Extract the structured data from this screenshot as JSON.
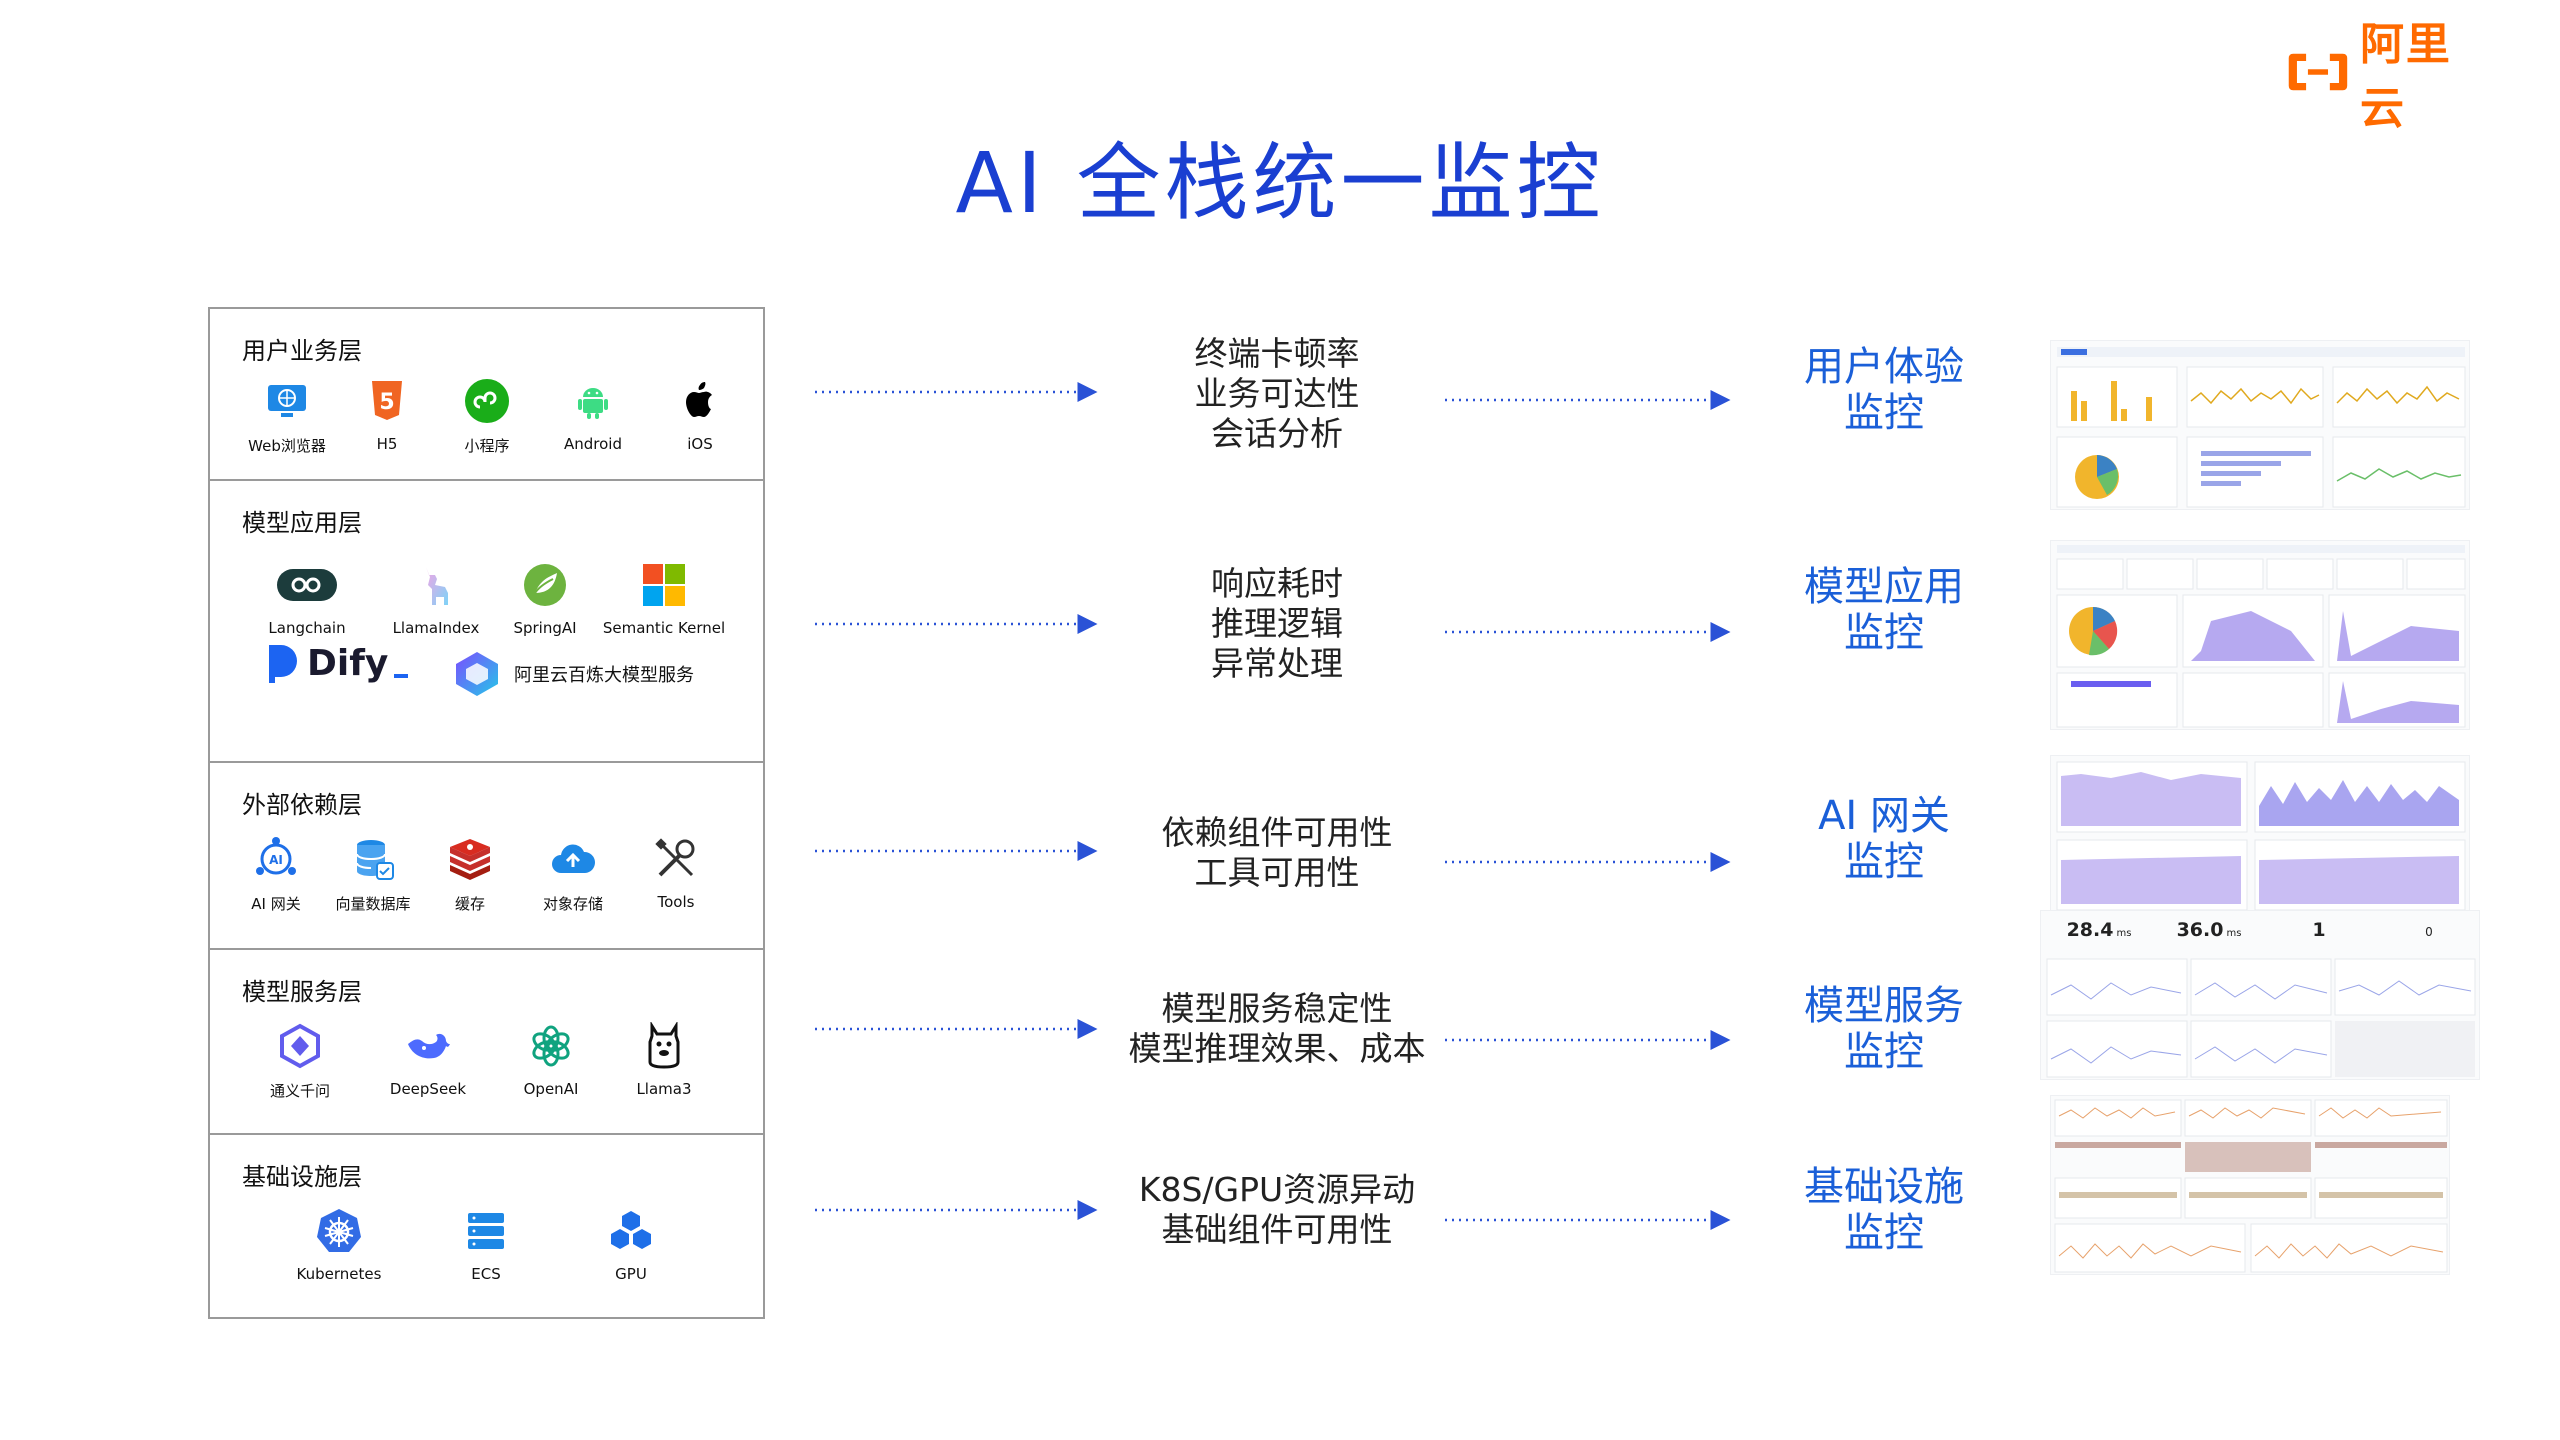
{
  "title": "AI 全栈统一监控",
  "brand": {
    "text": "阿里云",
    "color": "#ff6a00"
  },
  "colors": {
    "title": "#1a3fd1",
    "monitor": "#1a5fd8",
    "arrow": "#2a52d6",
    "border": "#9a9a9a"
  },
  "layers": [
    {
      "title": "用户业务层",
      "items": [
        {
          "label": "Web浏览器",
          "icon": "monitor-icon"
        },
        {
          "label": "H5",
          "icon": "html5-icon"
        },
        {
          "label": "小程序",
          "icon": "mini-program-icon"
        },
        {
          "label": "Android",
          "icon": "android-icon"
        },
        {
          "label": "iOS",
          "icon": "apple-icon"
        }
      ]
    },
    {
      "title": "模型应用层",
      "items": [
        {
          "label": "Langchain",
          "icon": "langchain-icon"
        },
        {
          "label": "LlamaIndex",
          "icon": "llama-icon"
        },
        {
          "label": "SpringAI",
          "icon": "spring-icon"
        },
        {
          "label": "Semantic Kernel",
          "icon": "windows-icon"
        },
        {
          "label": "Dify",
          "icon": "dify-icon"
        },
        {
          "label": "阿里云百炼大模型服务",
          "icon": "bailian-icon"
        }
      ]
    },
    {
      "title": "外部依赖层",
      "items": [
        {
          "label": "AI 网关",
          "icon": "ai-gateway-icon"
        },
        {
          "label": "向量数据库",
          "icon": "vector-db-icon"
        },
        {
          "label": "缓存",
          "icon": "redis-icon"
        },
        {
          "label": "对象存储",
          "icon": "cloud-storage-icon"
        },
        {
          "label": "Tools",
          "icon": "tools-icon"
        }
      ]
    },
    {
      "title": "模型服务层",
      "items": [
        {
          "label": "通义千问",
          "icon": "qwen-icon"
        },
        {
          "label": "DeepSeek",
          "icon": "deepseek-icon"
        },
        {
          "label": "OpenAI",
          "icon": "openai-icon"
        },
        {
          "label": "Llama3",
          "icon": "llama3-icon"
        }
      ]
    },
    {
      "title": "基础设施层",
      "items": [
        {
          "label": "Kubernetes",
          "icon": "kubernetes-icon"
        },
        {
          "label": "ECS",
          "icon": "ecs-icon"
        },
        {
          "label": "GPU",
          "icon": "gpu-icon"
        }
      ]
    }
  ],
  "rows": [
    {
      "desc": [
        "终端卡顿率",
        "业务可达性",
        "会话分析"
      ],
      "monitor": [
        "用户体验",
        "监控"
      ]
    },
    {
      "desc": [
        "响应耗时",
        "推理逻辑",
        "异常处理"
      ],
      "monitor": [
        "模型应用",
        "监控"
      ]
    },
    {
      "desc": [
        "依赖组件可用性",
        "工具可用性"
      ],
      "monitor": [
        "AI 网关",
        "监控"
      ]
    },
    {
      "desc": [
        "模型服务稳定性",
        "模型推理效果、成本"
      ],
      "monitor": [
        "模型服务",
        "监控"
      ]
    },
    {
      "desc": [
        "K8S/GPU资源异动",
        "基础组件可用性"
      ],
      "monitor": [
        "基础设施",
        "监控"
      ]
    }
  ],
  "dashboard_stats": [
    "28.4",
    "ms",
    "36.0",
    "ms",
    "1",
    "0"
  ]
}
